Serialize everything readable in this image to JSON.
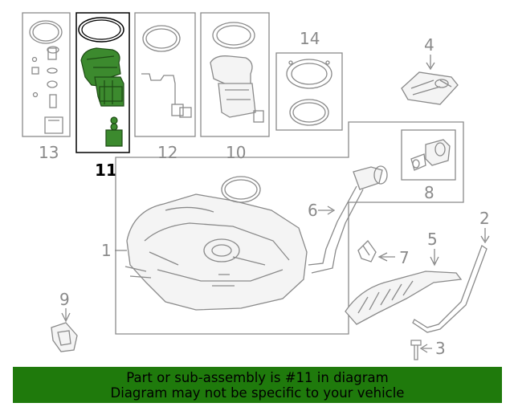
{
  "callouts": {
    "c1": "1",
    "c2": "2",
    "c3": "3",
    "c4": "4",
    "c5": "5",
    "c6": "6",
    "c7": "7",
    "c8": "8",
    "c9": "9",
    "c10": "10",
    "c11": "11",
    "c12": "12",
    "c13": "13",
    "c14": "14"
  },
  "highlighted_part": "11",
  "colors": {
    "highlight": "#3c8a2e",
    "banner": "#1f7a0c",
    "outline": "#8a8a8a"
  },
  "banner": {
    "line1": "Part or sub-assembly is #11 in diagram",
    "line2": "Diagram may not be specific to your vehicle"
  }
}
